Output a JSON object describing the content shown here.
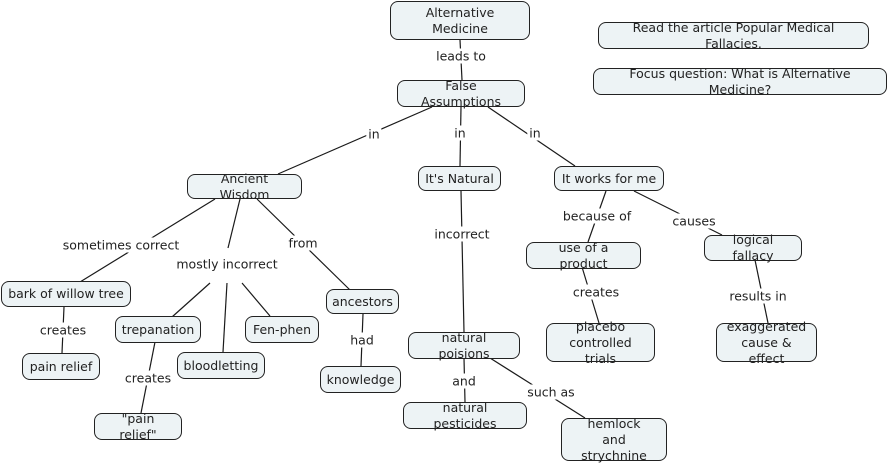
{
  "title": "Alternative Medicine concept map",
  "nodes": {
    "alt_med": "Alternative Medicine",
    "false_assumptions": "False Assumptions",
    "read_article": "Read the article Popular Medical Fallacies.",
    "focus_question": "Focus question: What is Alternative Medicine?",
    "ancient_wisdom": "Ancient Wisdom",
    "its_natural": "It's Natural",
    "works_for_me": "It works for me",
    "bark": "bark of willow tree",
    "pain_relief": "pain relief",
    "trepanation": "trepanation",
    "quoted_pain_relief": "\"pain relief\"",
    "bloodletting": "bloodletting",
    "fen_phen": "Fen-phen",
    "ancestors": "ancestors",
    "knowledge": "knowledge",
    "natural_poisions": "natural poisions",
    "natural_pesticides": "natural pesticides",
    "hemlock": "hemlock\nand strychnine",
    "use_product": "use of a product",
    "placebo": "placebo\ncontrolled trials",
    "logical_fallacy": "logical fallacy",
    "exaggerated": "exaggerated\ncause & effect"
  },
  "links": {
    "leads_to": "leads to",
    "in_1": "in",
    "in_2": "in",
    "in_3": "in",
    "sometimes_correct": "sometimes correct",
    "mostly_incorrect": "mostly incorrect",
    "from": "from",
    "creates_1": "creates",
    "creates_2": "creates",
    "had": "had",
    "incorrect": "incorrect",
    "and": "and",
    "such_as": "such as",
    "because_of": "because of",
    "causes": "causes",
    "creates_3": "creates",
    "results_in": "results in"
  }
}
